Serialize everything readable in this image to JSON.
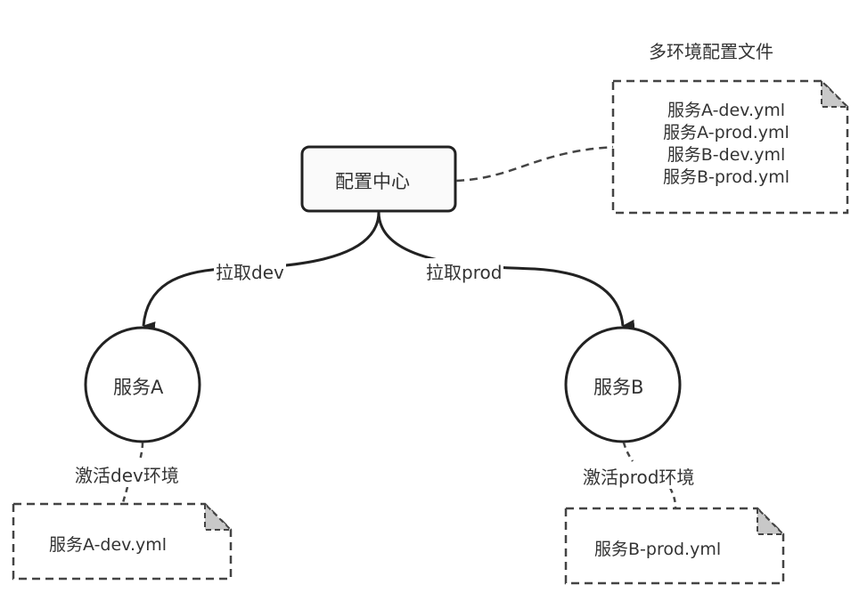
{
  "diagram": {
    "config_center": {
      "label": "配置中心"
    },
    "config_files_title": "多环境配置文件",
    "config_files": [
      "服务A-dev.yml",
      "服务A-prod.yml",
      "服务B-dev.yml",
      "服务B-prod.yml"
    ],
    "edges": {
      "pull_dev": "拉取dev",
      "pull_prod": "拉取prod"
    },
    "service_a": {
      "label": "服务A",
      "activation": "激活dev环境",
      "file": "服务A-dev.yml"
    },
    "service_b": {
      "label": "服务B",
      "activation": "激活prod环境",
      "file": "服务B-prod.yml"
    },
    "colors": {
      "stroke": "#222222",
      "dashed": "#444444",
      "fold": "#c8c8c8",
      "text": "#333333"
    }
  }
}
